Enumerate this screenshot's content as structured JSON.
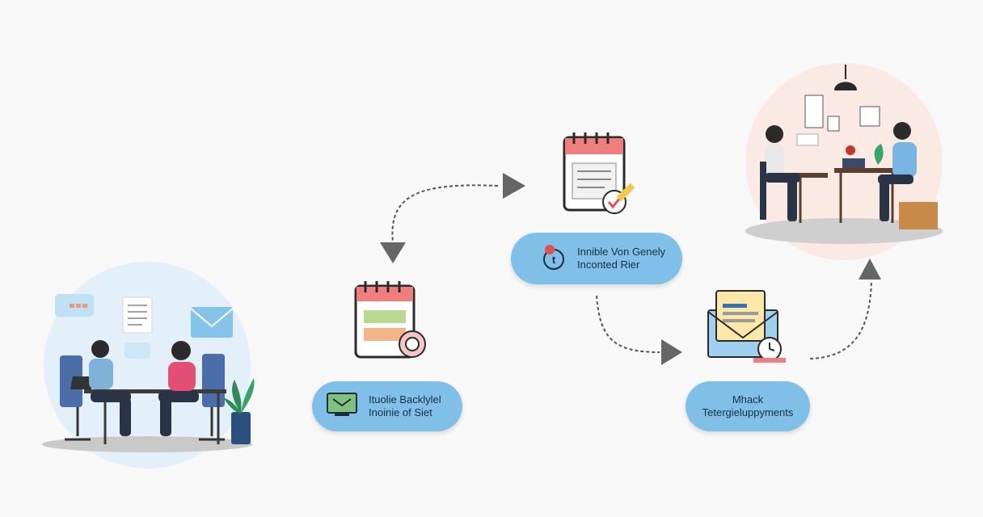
{
  "steps": [
    {
      "lines": [
        "Ituolie Backlylel",
        "Inoinie of Siet"
      ],
      "icon": "image-icon"
    },
    {
      "lines": [
        "Innible Von Genely",
        "Inconted Rier"
      ],
      "icon": "badge-icon"
    },
    {
      "lines": [
        "Mhack",
        "Tetergieluppyments"
      ],
      "icon": ""
    }
  ],
  "colors": {
    "pill": "#7fbfe8",
    "arrow": "#555555",
    "calendar_header": "#ef7f7f",
    "background": "#f8f8f8"
  }
}
